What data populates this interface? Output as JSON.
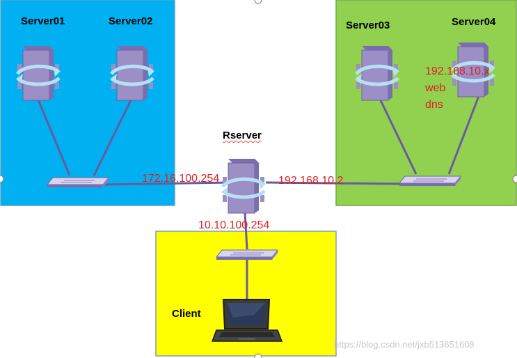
{
  "zones": {
    "left": {
      "color": "#00b0f0",
      "border": "#5aa0c8"
    },
    "right": {
      "color": "#92d050",
      "border": "#70a848"
    },
    "bottom": {
      "color": "#ffff00",
      "border": "#7f9fbf"
    }
  },
  "colors": {
    "device": "#9c8fc6",
    "device_shade": "#7a6fae",
    "arrow": "#b7e0f5",
    "link": "#6a5aa0",
    "ip_text": "#e02020"
  },
  "labels": {
    "server01": "Server01",
    "server02": "Server02",
    "server03": "Server03",
    "server04": "Server04",
    "rserver": "Rserver",
    "client": "Client"
  },
  "ips": {
    "left_gateway": "172.16.100.254",
    "right_gateway": "192.168.10.2",
    "bottom_gateway": "10.10.100.254",
    "server04_ip": "192.168.10.x",
    "server04_role1": "web",
    "server04_role2": "dns"
  },
  "watermark": "https://blog.csdn.net/jxb513651608"
}
